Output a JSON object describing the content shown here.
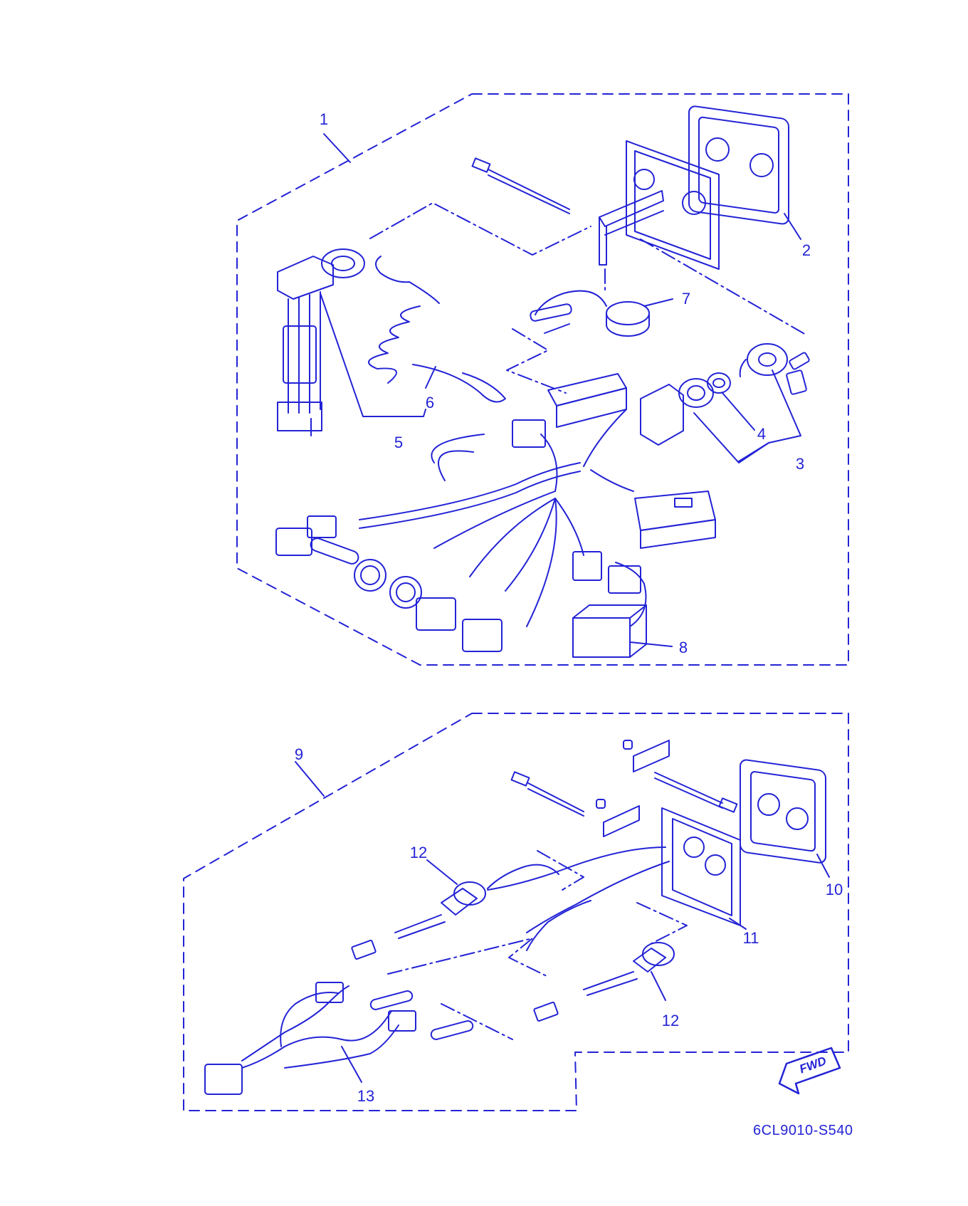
{
  "colors": {
    "ink": "#2323d6",
    "background": "#ffffff"
  },
  "callouts": [
    "1",
    "2",
    "3",
    "4",
    "5",
    "6",
    "7",
    "8",
    "9",
    "10",
    "11",
    "12",
    "12",
    "13"
  ],
  "fwd_badge": "FWD",
  "drawing_code": "6CL9010-S540"
}
